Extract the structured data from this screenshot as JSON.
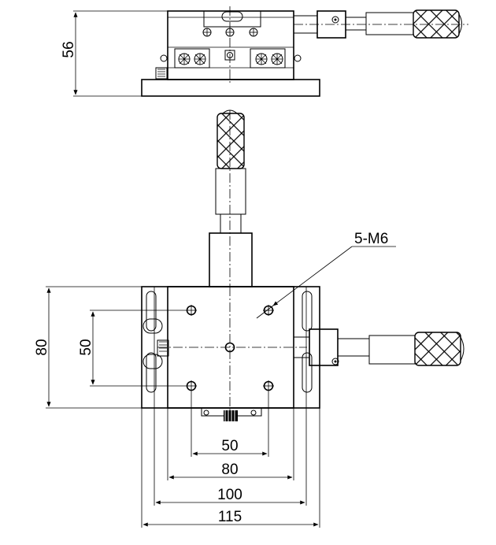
{
  "dimensions": {
    "height_side_view": "56",
    "height_overall": "80",
    "hole_spacing_vertical": "50",
    "hole_spacing_horizontal": "50",
    "table_width": "80",
    "base_width": "100",
    "overall_width": "115"
  },
  "callout": {
    "holes": "5-M6"
  }
}
